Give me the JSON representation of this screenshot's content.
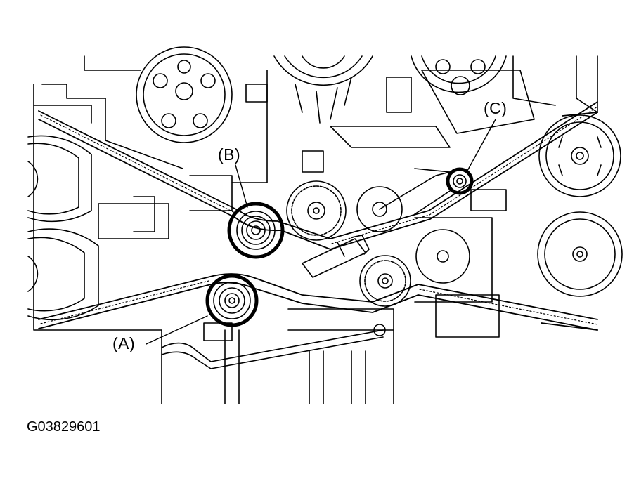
{
  "callouts": {
    "a": "(A)",
    "b": "(B)",
    "c": "(C)"
  },
  "figure_code": "G03829601",
  "colors": {
    "ink": "#000000",
    "paper": "#ffffff"
  }
}
